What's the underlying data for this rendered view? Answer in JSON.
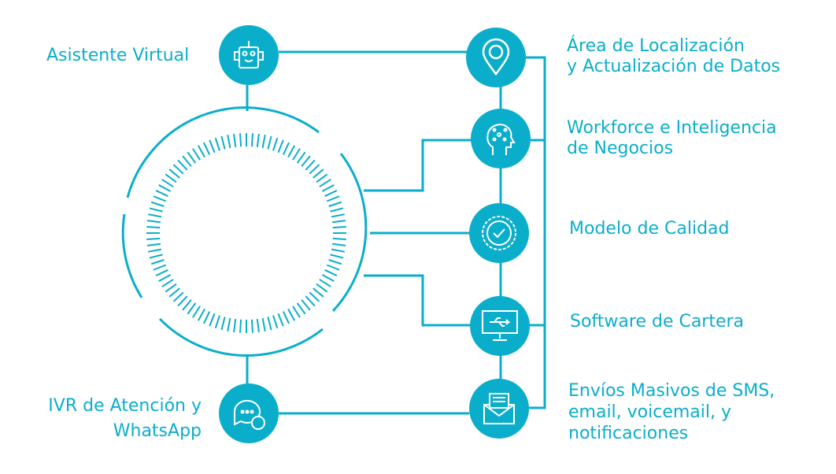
{
  "colors": {
    "accent": "#0aaecb"
  },
  "left_items": [
    {
      "label": "Asistente Virtual",
      "icon": "robot-icon"
    },
    {
      "label_line1": "IVR de Atención y",
      "label_line2": "WhatsApp",
      "icon": "chat-bubbles-icon"
    }
  ],
  "right_items": [
    {
      "line1": "Área de Localización",
      "line2": "y Actualización de Datos",
      "icon": "location-pin-icon"
    },
    {
      "line1": "Workforce e Inteligencia",
      "line2": "de Negocios",
      "icon": "brain-head-icon"
    },
    {
      "line1": "Modelo de Calidad",
      "icon": "quality-badge-icon"
    },
    {
      "line1": "Software de Cartera",
      "icon": "monitor-usb-icon"
    },
    {
      "line1": "Envíos Masivos de SMS,",
      "line2": "email, voicemail, y",
      "line3": "notificaciones",
      "icon": "envelope-icon"
    }
  ]
}
